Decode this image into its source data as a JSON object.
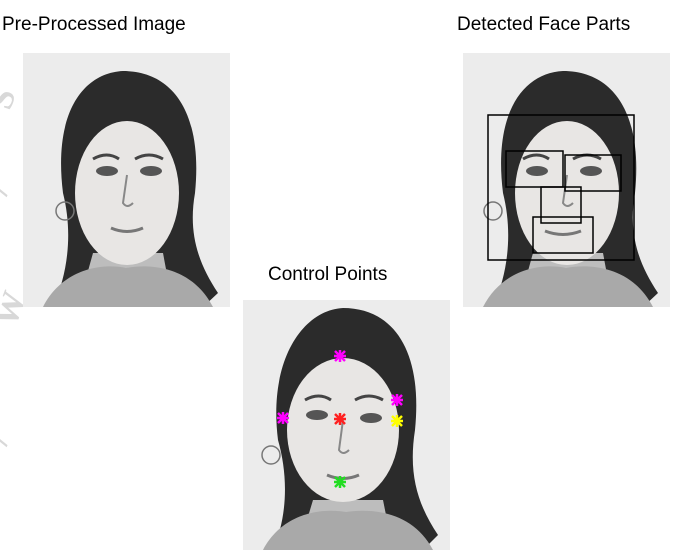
{
  "titles": {
    "preprocessed": "Pre-Processed Image",
    "detected": "Detected Face Parts",
    "control": "Control Points"
  },
  "images": {
    "preprocessed": "face-photo",
    "detected": "face-photo-with-bounding-boxes",
    "control": "face-photo-with-control-point-markers"
  },
  "colors": {
    "background": "#ffffff",
    "box_stroke": "#000000",
    "control_magenta": "#ff00ff",
    "control_red": "#ff2020",
    "control_yellow": "#ffff00",
    "control_green": "#22dd22"
  },
  "detected_parts": [
    "face",
    "left-eye",
    "right-eye",
    "nose",
    "mouth"
  ],
  "control_points": [
    {
      "name": "forehead",
      "color": "magenta"
    },
    {
      "name": "left-cheek",
      "color": "magenta"
    },
    {
      "name": "right-cheek",
      "color": "magenta"
    },
    {
      "name": "nose-bridge",
      "color": "red"
    },
    {
      "name": "right-eye",
      "color": "yellow"
    },
    {
      "name": "chin",
      "color": "green"
    }
  ]
}
